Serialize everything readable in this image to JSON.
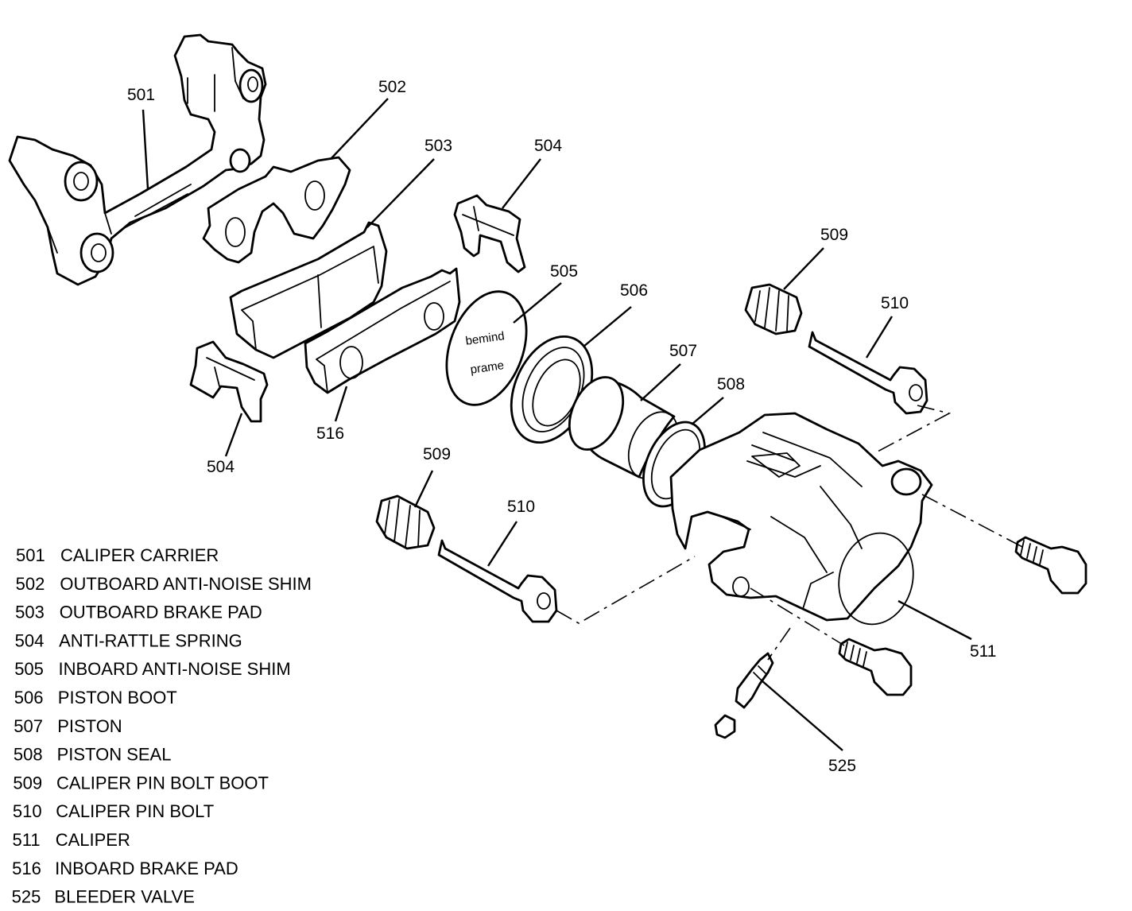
{
  "callouts": {
    "c501": "501",
    "c502": "502",
    "c503": "503",
    "c504a": "504",
    "c504b": "504",
    "c505": "505",
    "c506": "506",
    "c507": "507",
    "c508": "508",
    "c509a": "509",
    "c509b": "509",
    "c510a": "510",
    "c510b": "510",
    "c511": "511",
    "c516": "516",
    "c525": "525"
  },
  "shim_text": {
    "line1": "bemind",
    "line2": "prame"
  },
  "legend": [
    {
      "num": "501",
      "name": "CALIPER CARRIER"
    },
    {
      "num": "502",
      "name": "OUTBOARD ANTI-NOISE SHIM"
    },
    {
      "num": "503",
      "name": "OUTBOARD BRAKE PAD"
    },
    {
      "num": "504",
      "name": "ANTI-RATTLE SPRING"
    },
    {
      "num": "505",
      "name": "INBOARD ANTI-NOISE SHIM"
    },
    {
      "num": "506",
      "name": "PISTON BOOT"
    },
    {
      "num": "507",
      "name": "PISTON"
    },
    {
      "num": "508",
      "name": "PISTON SEAL"
    },
    {
      "num": "509",
      "name": "CALIPER PIN BOLT BOOT"
    },
    {
      "num": "510",
      "name": "CALIPER PIN BOLT"
    },
    {
      "num": "511",
      "name": "CALIPER"
    },
    {
      "num": "516",
      "name": "INBOARD BRAKE PAD"
    },
    {
      "num": "525",
      "name": "BLEEDER VALVE"
    }
  ]
}
